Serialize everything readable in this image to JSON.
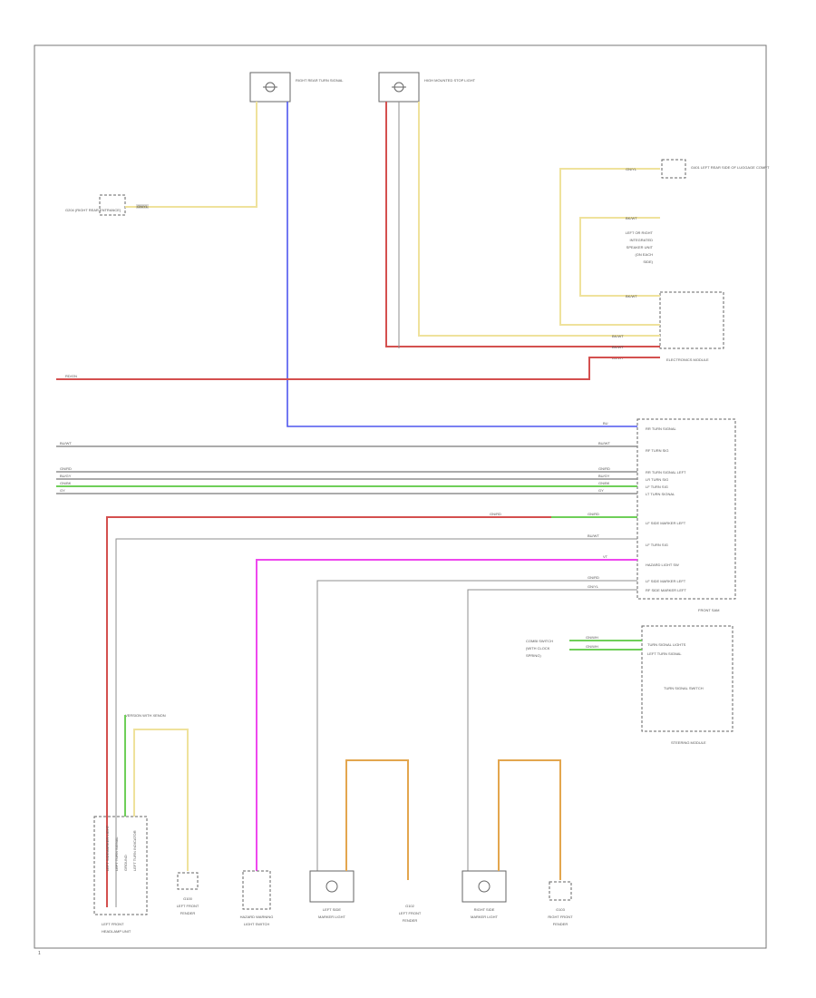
{
  "page": {
    "number": "1"
  },
  "colors": {
    "yellow": "#efe29c",
    "blue": "#4f57ee",
    "red": "#d4504f",
    "gray": "#8f8f8f",
    "green": "#6fcf59",
    "magenta": "#ee48ee",
    "orange": "#e3a64e"
  },
  "components": {
    "right_rear_turn_lamp": {
      "name": "RIGHT REAR TURN SIGNAL"
    },
    "high_mount_stop_lamp": {
      "name": "HIGH MOUNTED STOP LIGHT"
    },
    "left_ground": {
      "name": "G204 (RIGHT REAR ENTRANCE)"
    },
    "right_ground": {
      "name": "G401 LEFT REAR SIDE OF LUGGAGE COMPT"
    },
    "electronics_module": {
      "name": "ELECTRONICS MODULE"
    },
    "right_ground_note": {
      "lines": [
        "LEFT OR RIGHT",
        "INTEGRATED",
        "SPEAKER UNIT",
        "(ON EACH",
        "SIDE)"
      ]
    },
    "front_sam": {
      "name": "FRONT SAM"
    },
    "steering_module": {
      "name": "STEERING MODULE",
      "pins": [
        "TURN SIGNAL LIGHTS",
        "LEFT TURN SIGNAL"
      ],
      "inner": "TURN SIGNAL SWITCH"
    },
    "steering_left_label": {
      "lines": [
        "COMBI SWITCH",
        "(WITH CLOCK",
        "SPRING)"
      ]
    },
    "left_headlamp": {
      "lines": [
        "LEFT FRONT",
        "HEADLAMP UNIT"
      ]
    },
    "left_headlamp_pins": [
      "LEFT SIDEMARKER LIGHT",
      "LEFT TURN SIGNAL",
      "GROUND",
      "LEFT TURN INDICATOR"
    ],
    "left_headlamp_connector": {
      "label": "VERSION WITH XENON"
    },
    "ground_left_front": {
      "lines": [
        "G100",
        "LEFT FRONT",
        "FENDER"
      ]
    },
    "hazard_switch": {
      "lines": [
        "HAZARD WARNING",
        "LIGHT SWITCH"
      ]
    },
    "left_side_repeater": {
      "lines": [
        "LEFT SIDE",
        "MARKER LIGHT"
      ]
    },
    "ground_g1": {
      "lines": [
        "G102",
        "LEFT FRONT",
        "FENDER"
      ]
    },
    "right_side_repeater": {
      "lines": [
        "RIGHT SIDE",
        "MARKER LIGHT"
      ]
    },
    "ground_g2": {
      "lines": [
        "G103",
        "RIGHT FRONT",
        "FENDER"
      ]
    }
  },
  "front_sam_pins": [
    "RR TURN SIGNAL",
    "RF TURN SIG",
    "RR TURN SIGNAL LEFT",
    "LR TURN SIG",
    "LF TURN SIG",
    "LT TURN SIGNAL",
    "LF SIDE MARKER LEFT",
    "LF TURN SIG",
    "HAZARD LIGHT SW",
    "LF SIDE MARKER LEFT",
    "RF SIDE MARKER LEFT"
  ],
  "wire_labels": {
    "w_yellow_left": "GN/YL",
    "w_red_trunk": "RD/GN",
    "w_top_yellow": "GN/YL",
    "w_mid_yellow": "BK/WT",
    "w_low_yellow": "BK/WT",
    "w_blue": "BU",
    "w_bus1": "BU/WT",
    "w_bus2": "GN/RD",
    "w_bus3": "BU/GY",
    "w_bus4": "GN/BK",
    "w_bus5": "GY",
    "w_bus1_r": "BU/WT",
    "w_bus2_r": "GN/RD",
    "w_bus3_r": "BU/GY",
    "w_bus4_r": "GN/BK",
    "w_bus5_r": "GY",
    "w_red2": "GN/RD",
    "w_red2_r": "GN/RD",
    "w_gray2": "BU/WT",
    "w_mag": "VT",
    "w_gray3": "GN/RD",
    "w_gray4": "GN/YL",
    "w_steer1": "GN/WH",
    "w_steer2": "GN/WH",
    "w_rtop1": "BK/WT",
    "w_rtop2": "BK/WT",
    "w_rtop3": "BK/WT"
  }
}
